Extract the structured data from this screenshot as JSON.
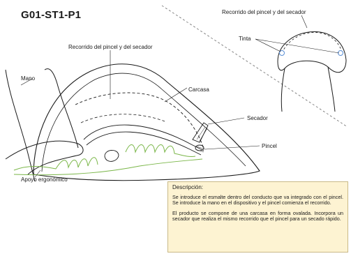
{
  "title": "G01-ST1-P1",
  "labels": {
    "recorrido_main": "Recorrido del pincel y del secador",
    "recorrido_inset": "Recorrido del pincel y del secador",
    "tinta": "Tinta",
    "carcasa": "Carcasa",
    "mano": "Mano",
    "secador": "Secador",
    "pincel": "Pincel",
    "apoyo": "Apoyo ergonómico"
  },
  "description": {
    "heading": "Descripción:",
    "paragraph_1": "Se introduce el esmalte dentro del conducto que va integrado con el pincel. Se introduce la mano en el dispositivo y el pincel comienza el recorrido.",
    "paragraph_2": "El producto se compone de una carcasa en forma ovalada. Incorpora un secador que realiza el mismo recorrido que el pincel para un secado rápido."
  },
  "colors": {
    "line": "#1a1a1a",
    "ergonomic": "#7ab648",
    "inset_dot": "#5a8fd6",
    "desc_bg": "#fdf3d2",
    "desc_border": "#c9b987"
  }
}
